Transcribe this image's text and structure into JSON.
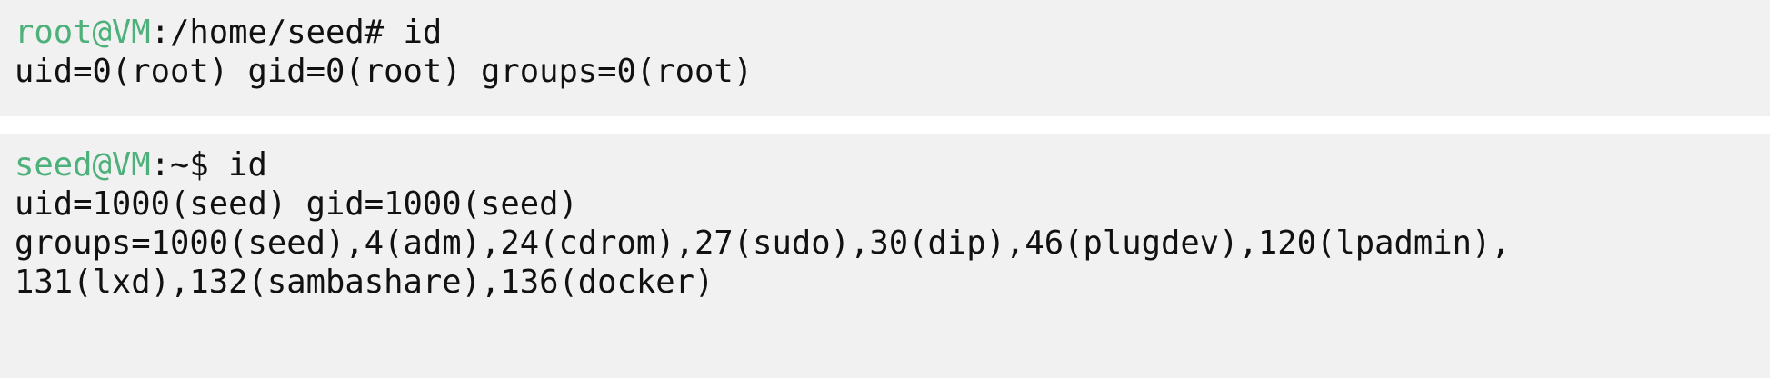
{
  "theme": {
    "page_background": "#ffffff",
    "block_background": "#f1f1f1",
    "prompt_color": "#4eb07a",
    "text_color": "#111111"
  },
  "blocks": [
    {
      "id": "root-session",
      "prompt": {
        "host": "root@VM",
        "path": ":/home/seed#",
        "command": " id"
      },
      "output": [
        "uid=0(root) gid=0(root) groups=0(root)"
      ]
    },
    {
      "id": "seed-session",
      "prompt": {
        "host": "seed@VM",
        "path": ":~$",
        "command": " id"
      },
      "output": [
        "uid=1000(seed) gid=1000(seed)",
        "groups=1000(seed),4(adm),24(cdrom),27(sudo),30(dip),46(plugdev),120(lpadmin),",
        "131(lxd),132(sambashare),136(docker)"
      ]
    }
  ]
}
